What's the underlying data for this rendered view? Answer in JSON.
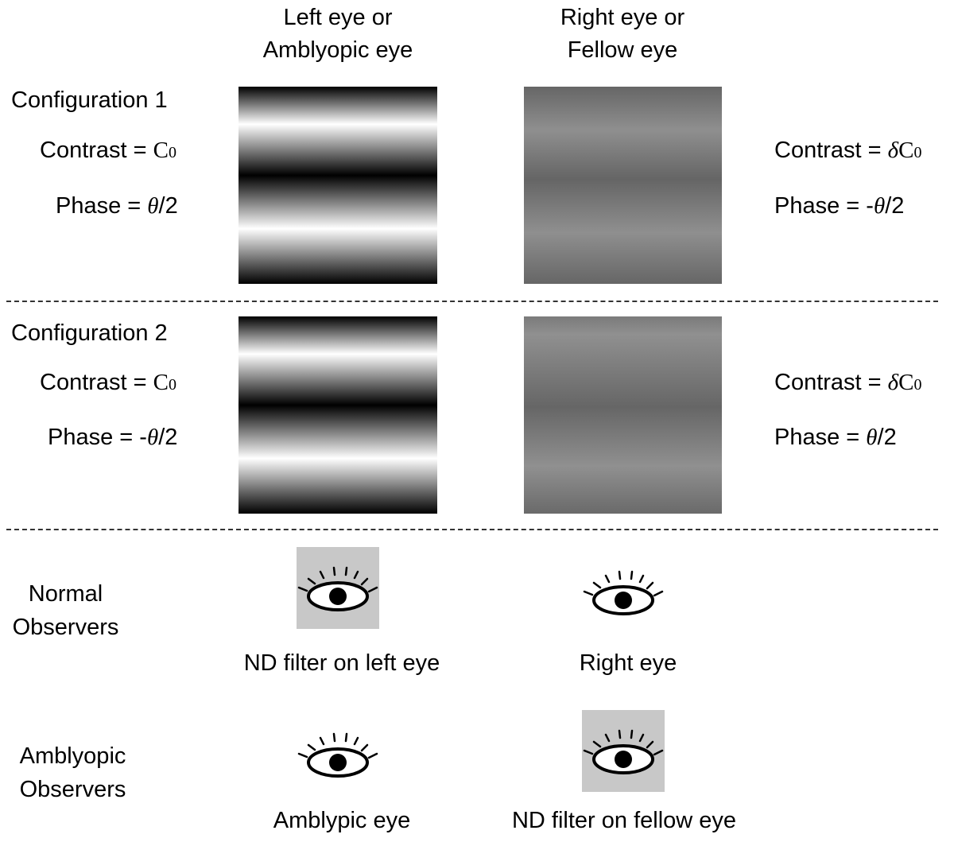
{
  "columns": {
    "left": {
      "line1": "Left eye or",
      "line2": "Amblyopic eye"
    },
    "right": {
      "line1": "Right eye or",
      "line2": "Fellow eye"
    }
  },
  "config1": {
    "title": "Configuration 1",
    "left_contrast_prefix": "Contrast = ",
    "left_contrast_symbol": "C",
    "left_contrast_sub": "0",
    "left_phase_prefix": "Phase = ",
    "left_phase_theta": "θ",
    "left_phase_suffix": "/2",
    "right_contrast_prefix": "Contrast = ",
    "right_contrast_delta": "δ",
    "right_contrast_symbol": "C",
    "right_contrast_sub": "0",
    "right_phase_prefix": "Phase = -",
    "right_phase_theta": "θ",
    "right_phase_suffix": "/2"
  },
  "config2": {
    "title": "Configuration 2",
    "left_contrast_prefix": "Contrast = ",
    "left_contrast_symbol": "C",
    "left_contrast_sub": "0",
    "left_phase_prefix": "Phase = -",
    "left_phase_theta": "θ",
    "left_phase_suffix": "/2",
    "right_contrast_prefix": "Contrast = ",
    "right_contrast_delta": "δ",
    "right_contrast_symbol": "C",
    "right_contrast_sub": "0",
    "right_phase_prefix": "Phase = ",
    "right_phase_theta": "θ",
    "right_phase_suffix": "/2"
  },
  "normal": {
    "label_line1": "Normal",
    "label_line2": "Observers",
    "left_caption": "ND filter on left eye",
    "right_caption": "Right eye"
  },
  "amblyopic": {
    "label_line1": "Amblyopic",
    "label_line2": "Observers",
    "left_caption": "Amblypic eye",
    "right_caption": "ND filter on fellow eye"
  },
  "icons": {
    "eye": "eye-icon",
    "nd_filter_color": "#c8c8c8"
  }
}
